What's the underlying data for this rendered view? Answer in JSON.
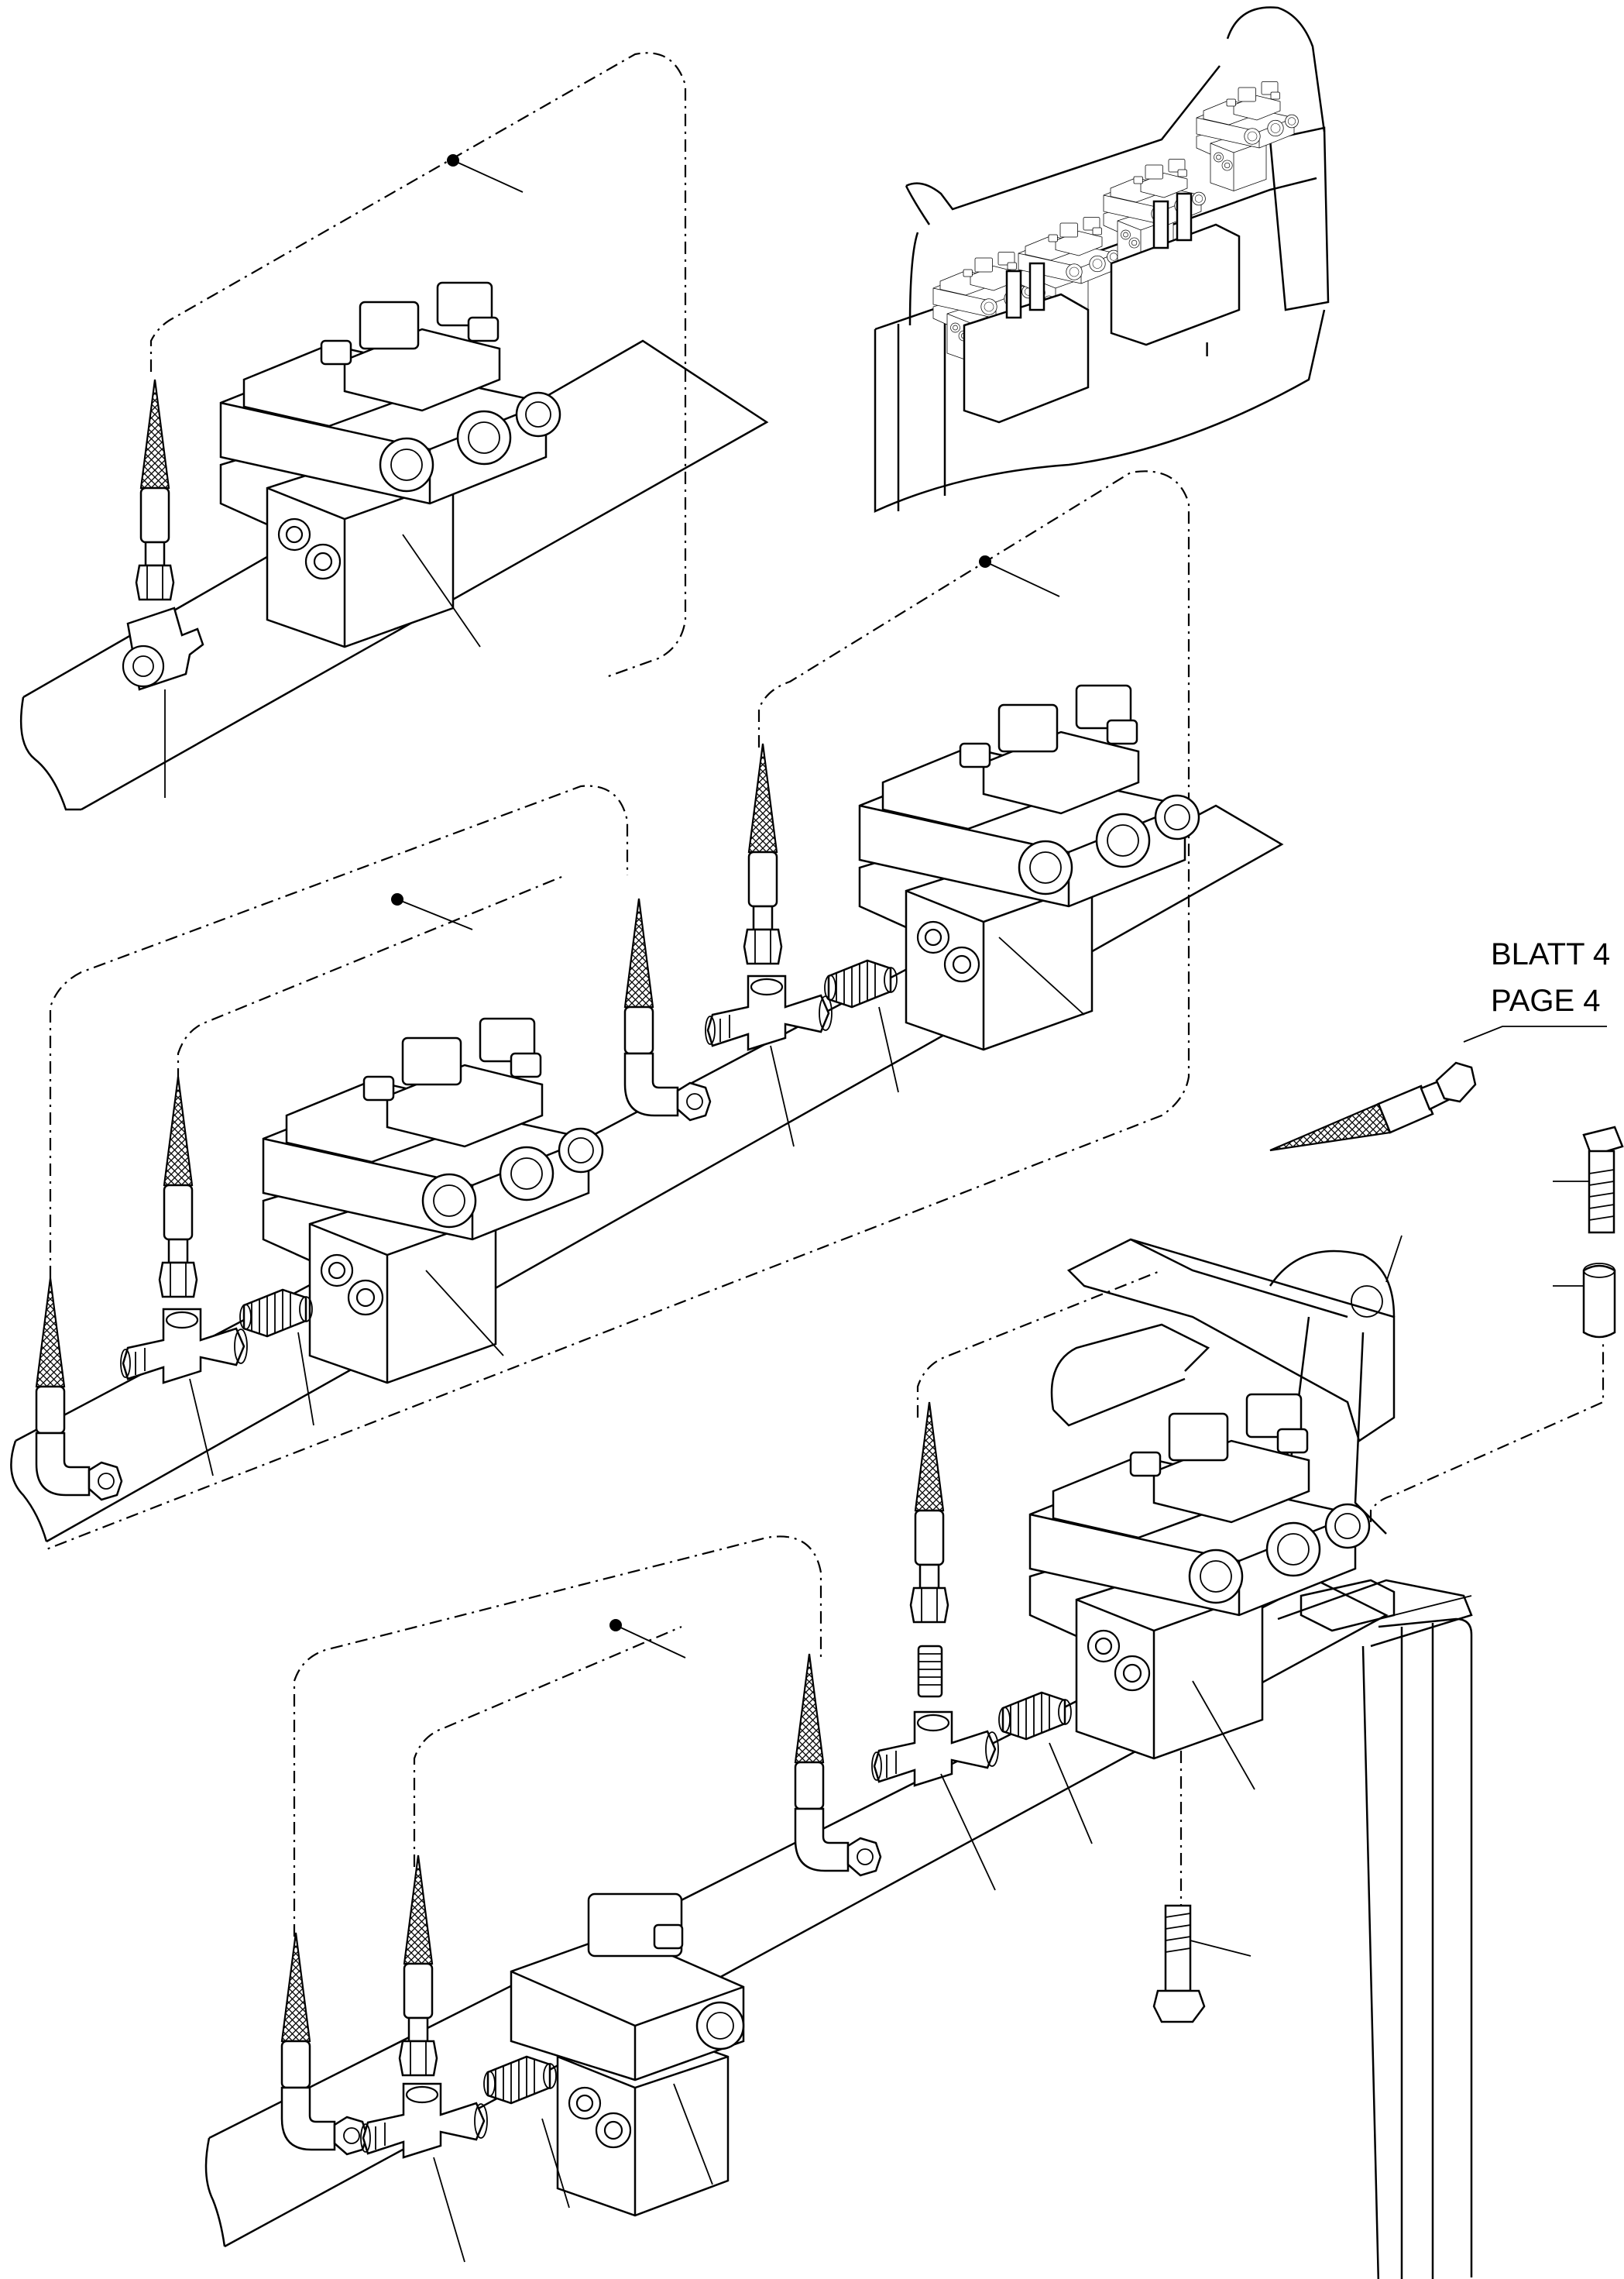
{
  "reference": {
    "line1": "BLATT 4",
    "line2": "PAGE  4"
  },
  "detail_marker": "I"
}
